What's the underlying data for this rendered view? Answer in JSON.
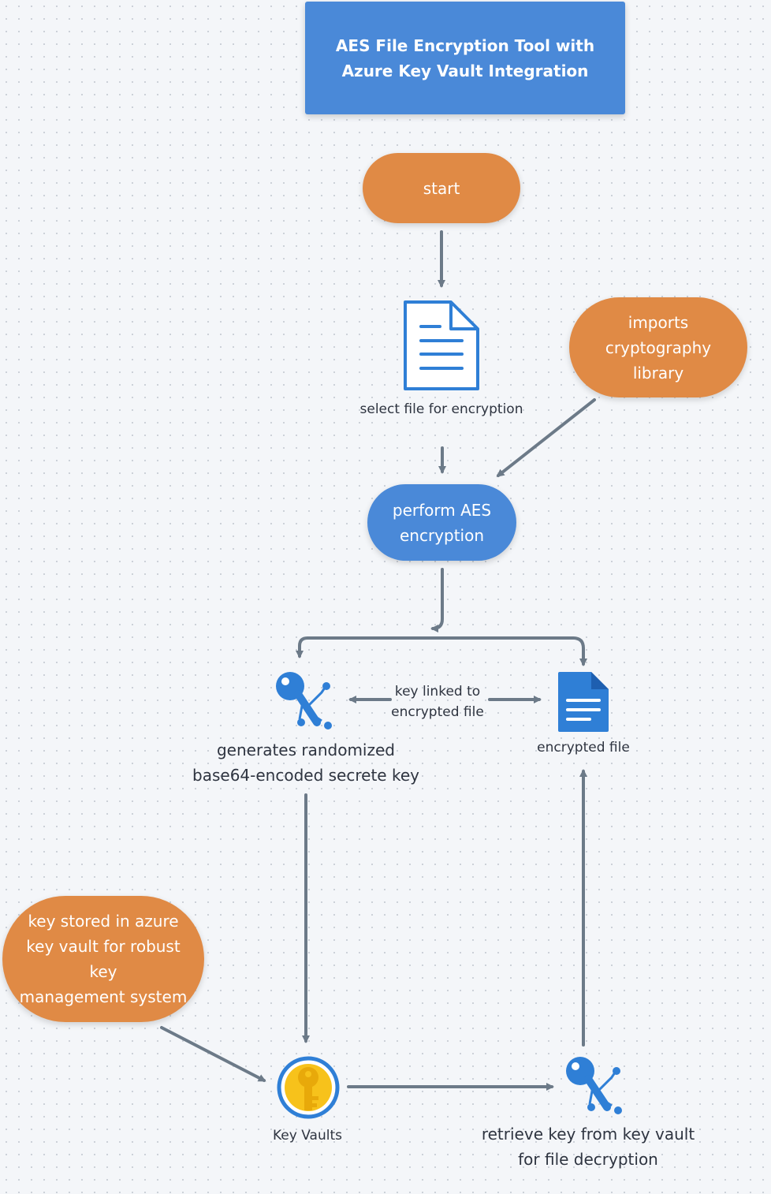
{
  "title": {
    "line1": "AES File Encryption Tool with",
    "line2": "Azure Key Vault Integration"
  },
  "nodes": {
    "start": "start",
    "imports_library": [
      "imports",
      "cryptography",
      "library"
    ],
    "select_file": "select file for encryption",
    "perform_aes": [
      "perform AES",
      "encryption"
    ],
    "generate_key": [
      "generates randomized",
      "base64-encoded secrete key"
    ],
    "key_link": [
      "key linked to",
      "encrypted file"
    ],
    "encrypted_file": "encrypted file",
    "key_stored": [
      "key stored in azure",
      "key vault for robust",
      "key",
      "management system"
    ],
    "key_vaults": "Key Vaults",
    "retrieve_key": [
      "retrieve key from key vault",
      "for file decryption"
    ]
  },
  "icons": {
    "document": "document-icon",
    "key": "key-icon",
    "encrypted_file": "encrypted-file-icon",
    "key_vault": "key-vault-icon"
  },
  "colors": {
    "blue": "#4a89d8",
    "orange": "#e08a45",
    "arrow": "#6c7a88",
    "icon_blue": "#2f7fd6",
    "vault_gold": "#f7c21b"
  }
}
